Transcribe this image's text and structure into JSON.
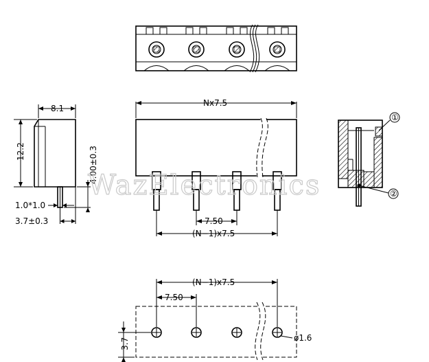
{
  "watermark": "WazElectronics",
  "dimensions": {
    "width_nx": "Nx7.5",
    "pitch_side": "7.50",
    "pitch_total_side": "(N−1)x7.5",
    "depth": "8.1",
    "height": "12.2",
    "pin_length": "4.00±0.3",
    "pin_section": "1.0*1.0",
    "pin_offset": "3.7±0.3",
    "pitch_bottom": "7.50",
    "pitch_total_bottom": "(N−1)x7.5",
    "hole_offset": "3.7",
    "hole_diameter": "ø1.6"
  },
  "callouts": {
    "one": "①",
    "two": "②"
  },
  "colors": {
    "line": "#000000",
    "watermark": "#c9c9c9",
    "hatch": "#000000"
  }
}
